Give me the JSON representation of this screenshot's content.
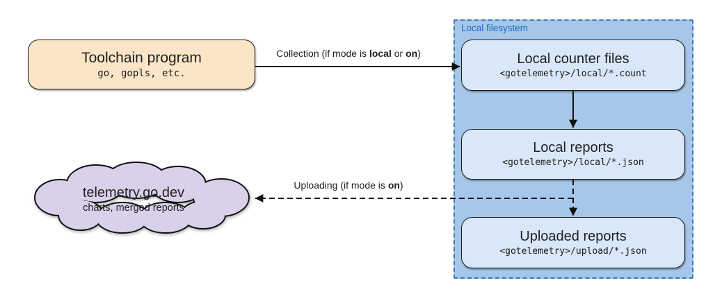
{
  "diagram": {
    "nodes": {
      "toolchain": {
        "title": "Toolchain program",
        "subtitle": "go, gopls, etc.",
        "fill": "#fae5c6"
      },
      "filesystem": {
        "label": "Local filesystem",
        "fill": "#a5c7e9",
        "border_color": "#3c76bf",
        "label_color": "#1a6ac0"
      },
      "counter_files": {
        "title": "Local counter files",
        "subtitle": "<gotelemetry>/local/*.count",
        "fill": "#d9e7f8"
      },
      "local_reports": {
        "title": "Local reports",
        "subtitle": "<gotelemetry>/local/*.json",
        "fill": "#d9e7f8"
      },
      "uploaded_reports": {
        "title": "Uploaded reports",
        "subtitle": "<gotelemetry>/upload/*.json",
        "fill": "#d9e7f8"
      },
      "cloud": {
        "title": "telemetry.go.dev",
        "subtitle": "charts, merged reports",
        "fill": "#d9d1ea"
      }
    },
    "edges": {
      "collection": {
        "text_before": "Collection (if mode is ",
        "bold_1": "local",
        "text_mid": " or ",
        "bold_2": "on",
        "text_after": ")",
        "style": "solid"
      },
      "counter_to_reports": {
        "style": "solid"
      },
      "reports_to_uploaded": {
        "style": "dashed"
      },
      "uploading": {
        "text_before": "Uploading (if mode is ",
        "bold_1": "on",
        "text_after": ")",
        "style": "dashed"
      }
    }
  }
}
